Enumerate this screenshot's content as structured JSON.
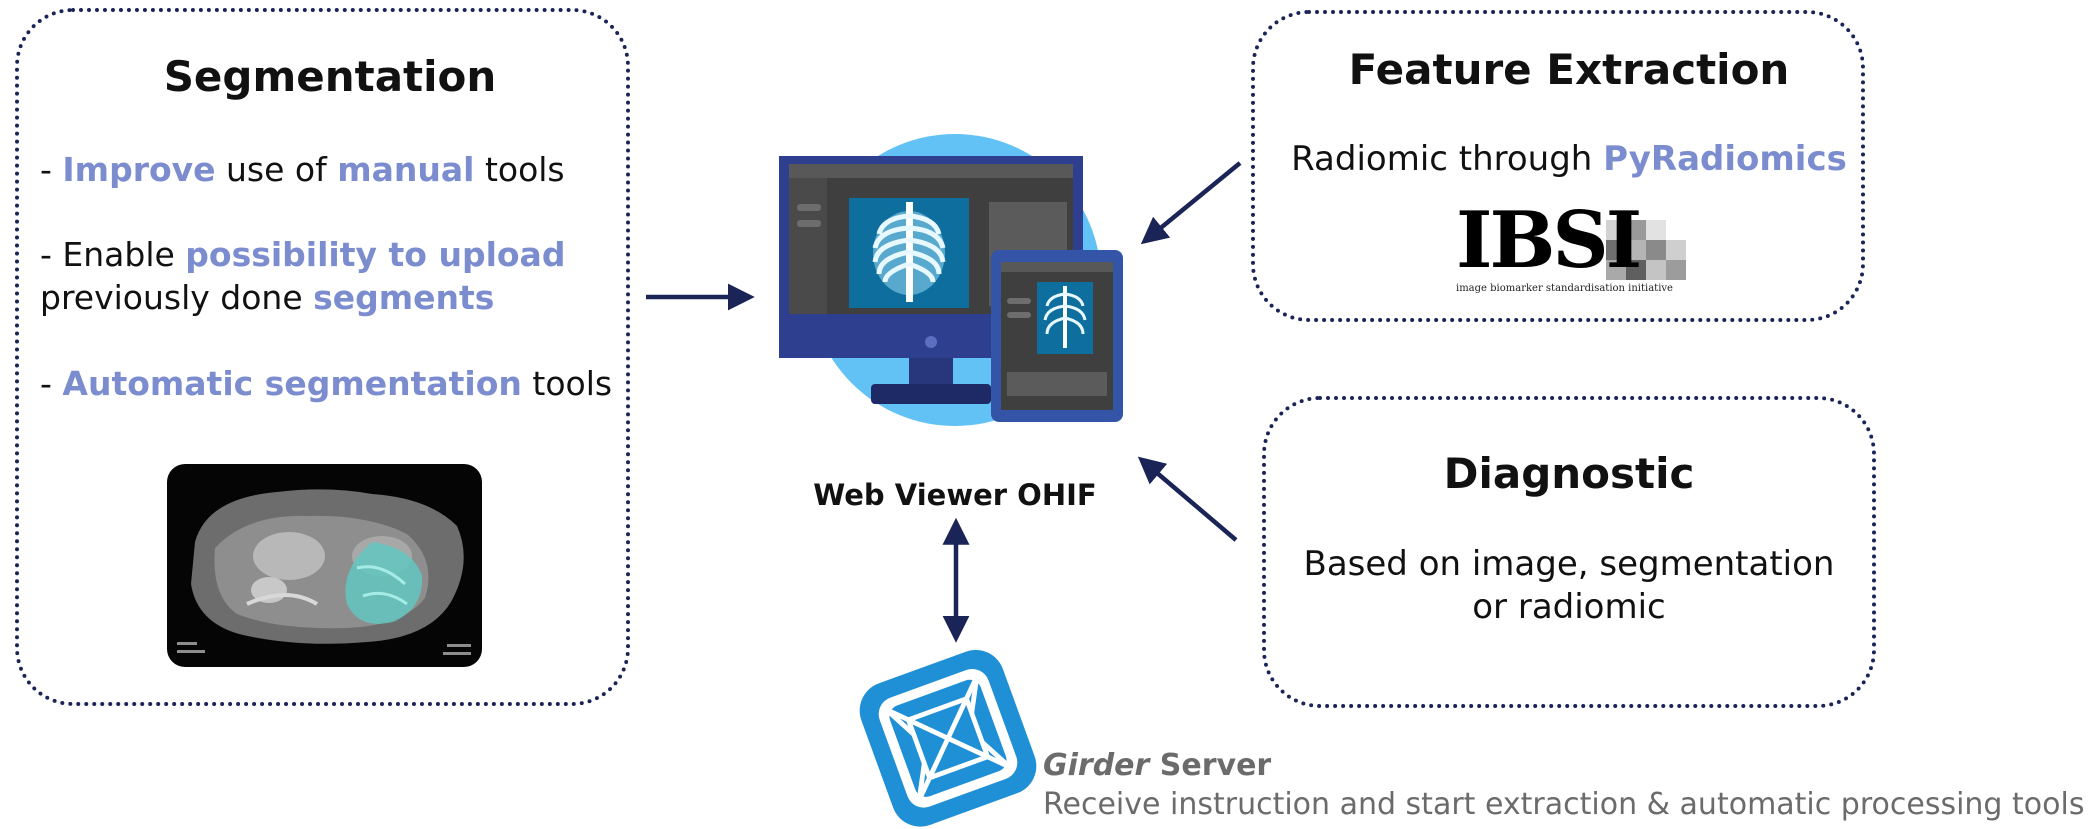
{
  "segmentation": {
    "title": "Segmentation",
    "bullet1": {
      "p1": "- ",
      "h1": "Improve",
      "p2": " use of ",
      "h2": "manual",
      "p3": " tools"
    },
    "bullet2": {
      "p1": "- Enable ",
      "h1": "possibility to upload",
      "p2": "previously done ",
      "h2": "segments"
    },
    "bullet3": {
      "p1": "- ",
      "h1": "Automatic segmentation",
      "p2": " tools"
    }
  },
  "feature_extraction": {
    "title": "Feature Extraction",
    "text": "Radiomic through ",
    "highlight": "PyRadiomics",
    "logo_text": "IBSI",
    "logo_subtitle": "image biomarker standardisation initiative"
  },
  "diagnostic": {
    "title": "Diagnostic",
    "line1": "Based on image, segmentation",
    "line2": "or radiomic"
  },
  "viewer": {
    "label": "Web Viewer OHIF"
  },
  "girder": {
    "name_italic": "Girder",
    "name_rest": " Server",
    "description": "Receive instruction and start extraction & automatic processing tools"
  },
  "colors": {
    "border": "#1a2456",
    "highlight": "#7b8ccf",
    "arrow": "#1a2456",
    "monitor_circle": "#62c2f5",
    "girder_blue": "#1f8fd6",
    "gray_text": "#6b6b6b"
  }
}
